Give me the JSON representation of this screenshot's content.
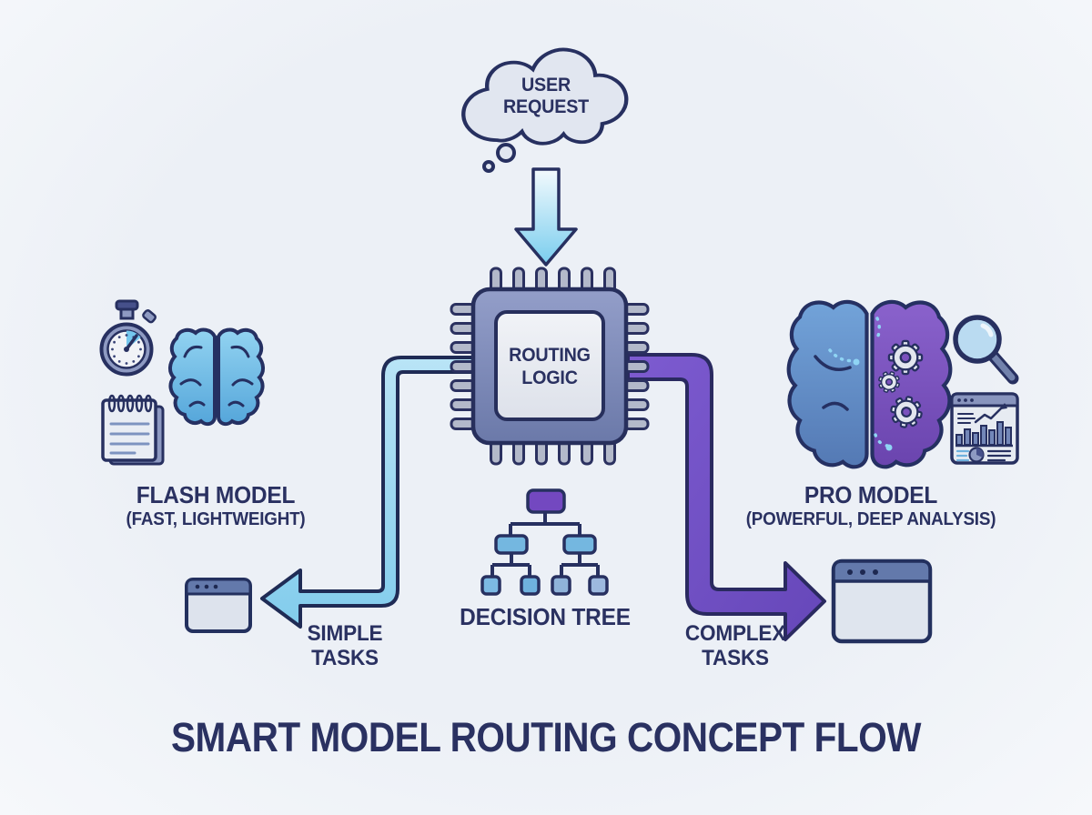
{
  "title": "SMART MODEL ROUTING CONCEPT FLOW",
  "flow": {
    "user_request": "USER REQUEST",
    "routing_logic": "ROUTING LOGIC",
    "decision_tree": "DECISION TREE",
    "simple_tasks": "SIMPLE TASKS",
    "complex_tasks": "COMPLEX TASKS"
  },
  "models": {
    "flash": {
      "name": "FLASH MODEL",
      "traits": "(FAST, LIGHTWEIGHT)"
    },
    "pro": {
      "name": "PRO MODEL",
      "traits": "(POWERFUL, DEEP ANALYSIS)"
    }
  },
  "colors": {
    "background": "#eef1f7",
    "outline_navy": "#273060",
    "text_navy": "#2a3161",
    "light_blue_arrow": "#8fd2f0",
    "purple_arrow": "#6b4ec3",
    "chip_body": "#8793c1",
    "chip_inner": "#e9ecf2",
    "cloud_fill": "#e1e6f0",
    "flash_brain_blue": "#6fbce8",
    "pro_brain_blue": "#5f8fc9",
    "pro_brain_purple": "#7b51bd",
    "tree_root_purple": "#7348c0",
    "tree_node_blue": "#74b7e0",
    "window_titlebar": "#6379ab",
    "window_body": "#dde3ed"
  },
  "icons": [
    "thought-cloud-icon",
    "down-arrow-icon",
    "cpu-chip-icon",
    "stopwatch-icon",
    "flash-brain-icon",
    "notepad-icon",
    "pro-brain-icon",
    "gear-icon",
    "magnifier-icon",
    "analytics-window-icon",
    "decision-tree-icon",
    "browser-window-small-icon",
    "browser-window-large-icon",
    "simple-tasks-arrow",
    "complex-tasks-arrow"
  ]
}
